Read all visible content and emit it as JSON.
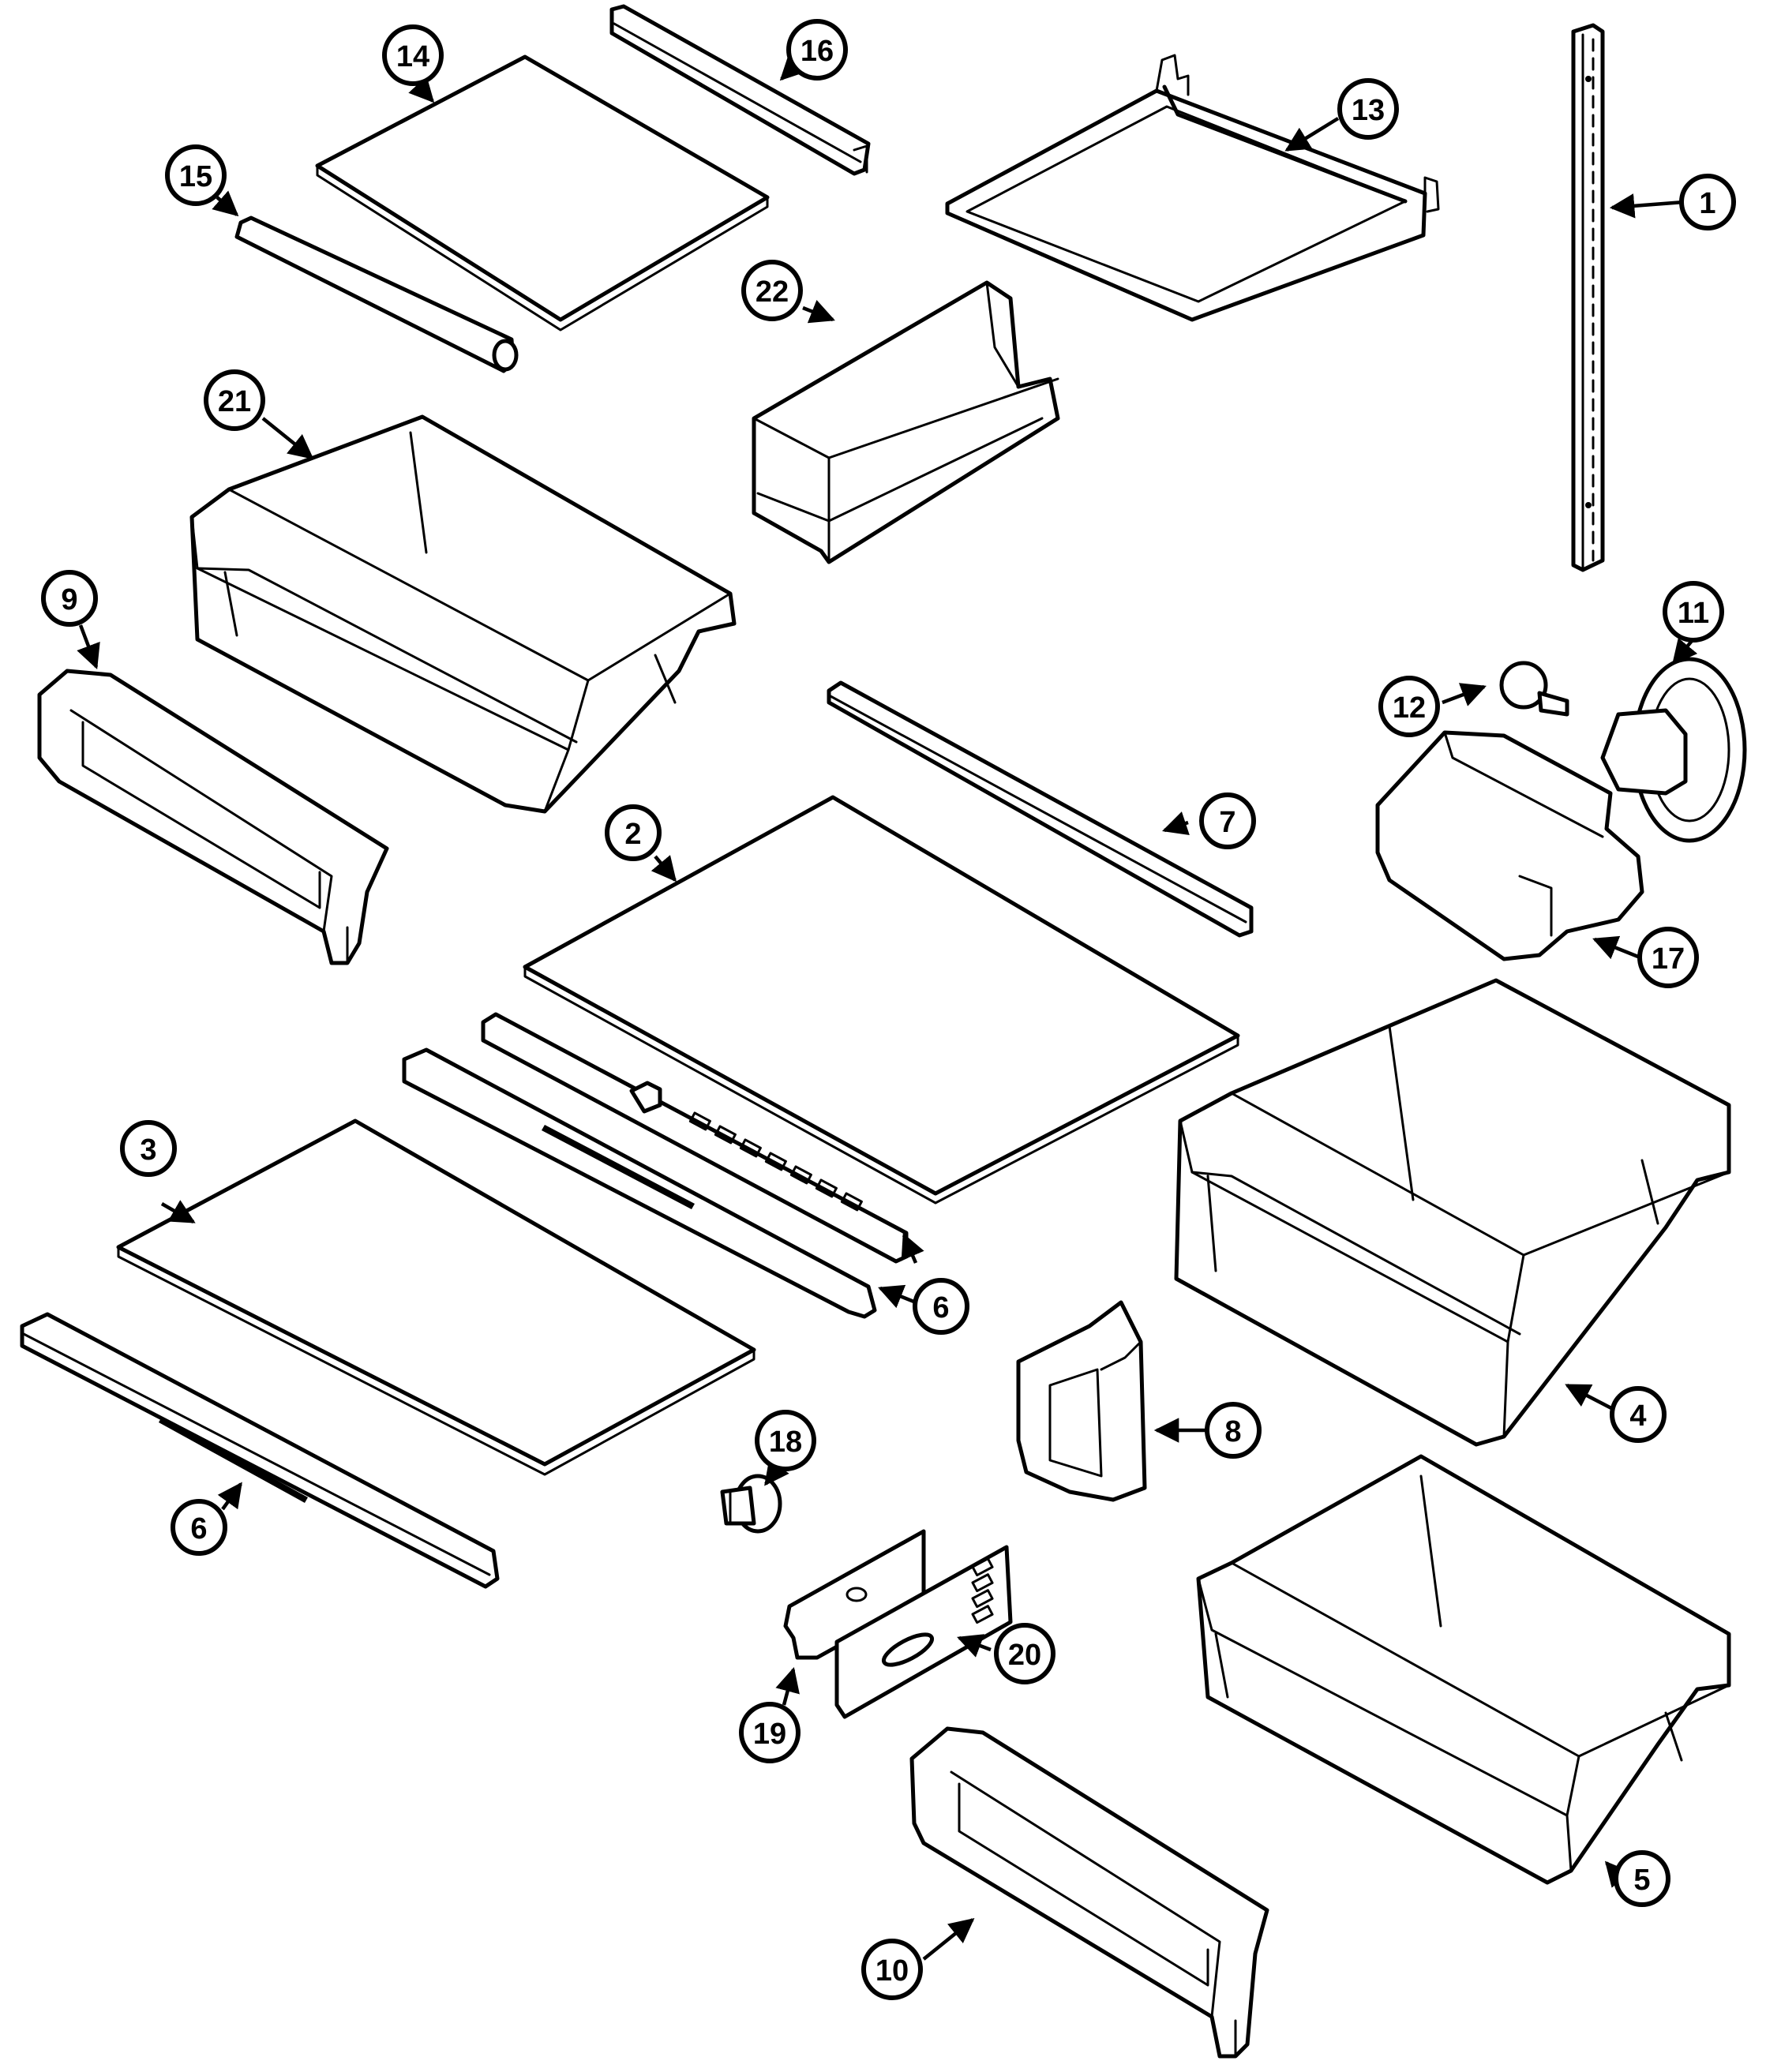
{
  "callouts": [
    {
      "id": "1",
      "label": "1"
    },
    {
      "id": "2",
      "label": "2"
    },
    {
      "id": "3",
      "label": "3"
    },
    {
      "id": "4",
      "label": "4"
    },
    {
      "id": "5",
      "label": "5"
    },
    {
      "id": "6a",
      "label": "6"
    },
    {
      "id": "6b",
      "label": "6"
    },
    {
      "id": "7",
      "label": "7"
    },
    {
      "id": "8",
      "label": "8"
    },
    {
      "id": "9",
      "label": "9"
    },
    {
      "id": "10",
      "label": "10"
    },
    {
      "id": "11",
      "label": "11"
    },
    {
      "id": "12",
      "label": "12"
    },
    {
      "id": "13",
      "label": "13"
    },
    {
      "id": "14",
      "label": "14"
    },
    {
      "id": "15",
      "label": "15"
    },
    {
      "id": "16",
      "label": "16"
    },
    {
      "id": "17",
      "label": "17"
    },
    {
      "id": "18",
      "label": "18"
    },
    {
      "id": "19",
      "label": "19"
    },
    {
      "id": "20",
      "label": "20"
    },
    {
      "id": "21",
      "label": "21"
    },
    {
      "id": "22",
      "label": "22"
    }
  ]
}
